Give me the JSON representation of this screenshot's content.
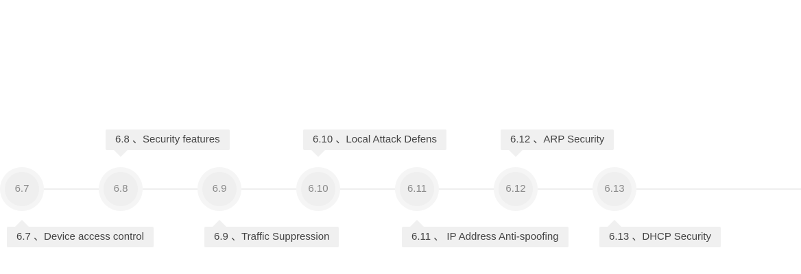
{
  "timeline": {
    "nodes": [
      {
        "label": "6.7"
      },
      {
        "label": "6.8"
      },
      {
        "label": "6.9"
      },
      {
        "label": "6.10"
      },
      {
        "label": "6.11"
      },
      {
        "label": "6.12"
      },
      {
        "label": "6.13"
      }
    ],
    "callouts": [
      {
        "text": "6.7 、Device access control"
      },
      {
        "text": "6.8 、Security features"
      },
      {
        "text": "6.9 、Traffic Suppression"
      },
      {
        "text": "6.10 、Local Attack Defens"
      },
      {
        "text": "6.11 、 IP Address Anti-spoofing"
      },
      {
        "text": "6.12 、ARP Security"
      },
      {
        "text": "6.13 、DHCP Security"
      }
    ]
  }
}
